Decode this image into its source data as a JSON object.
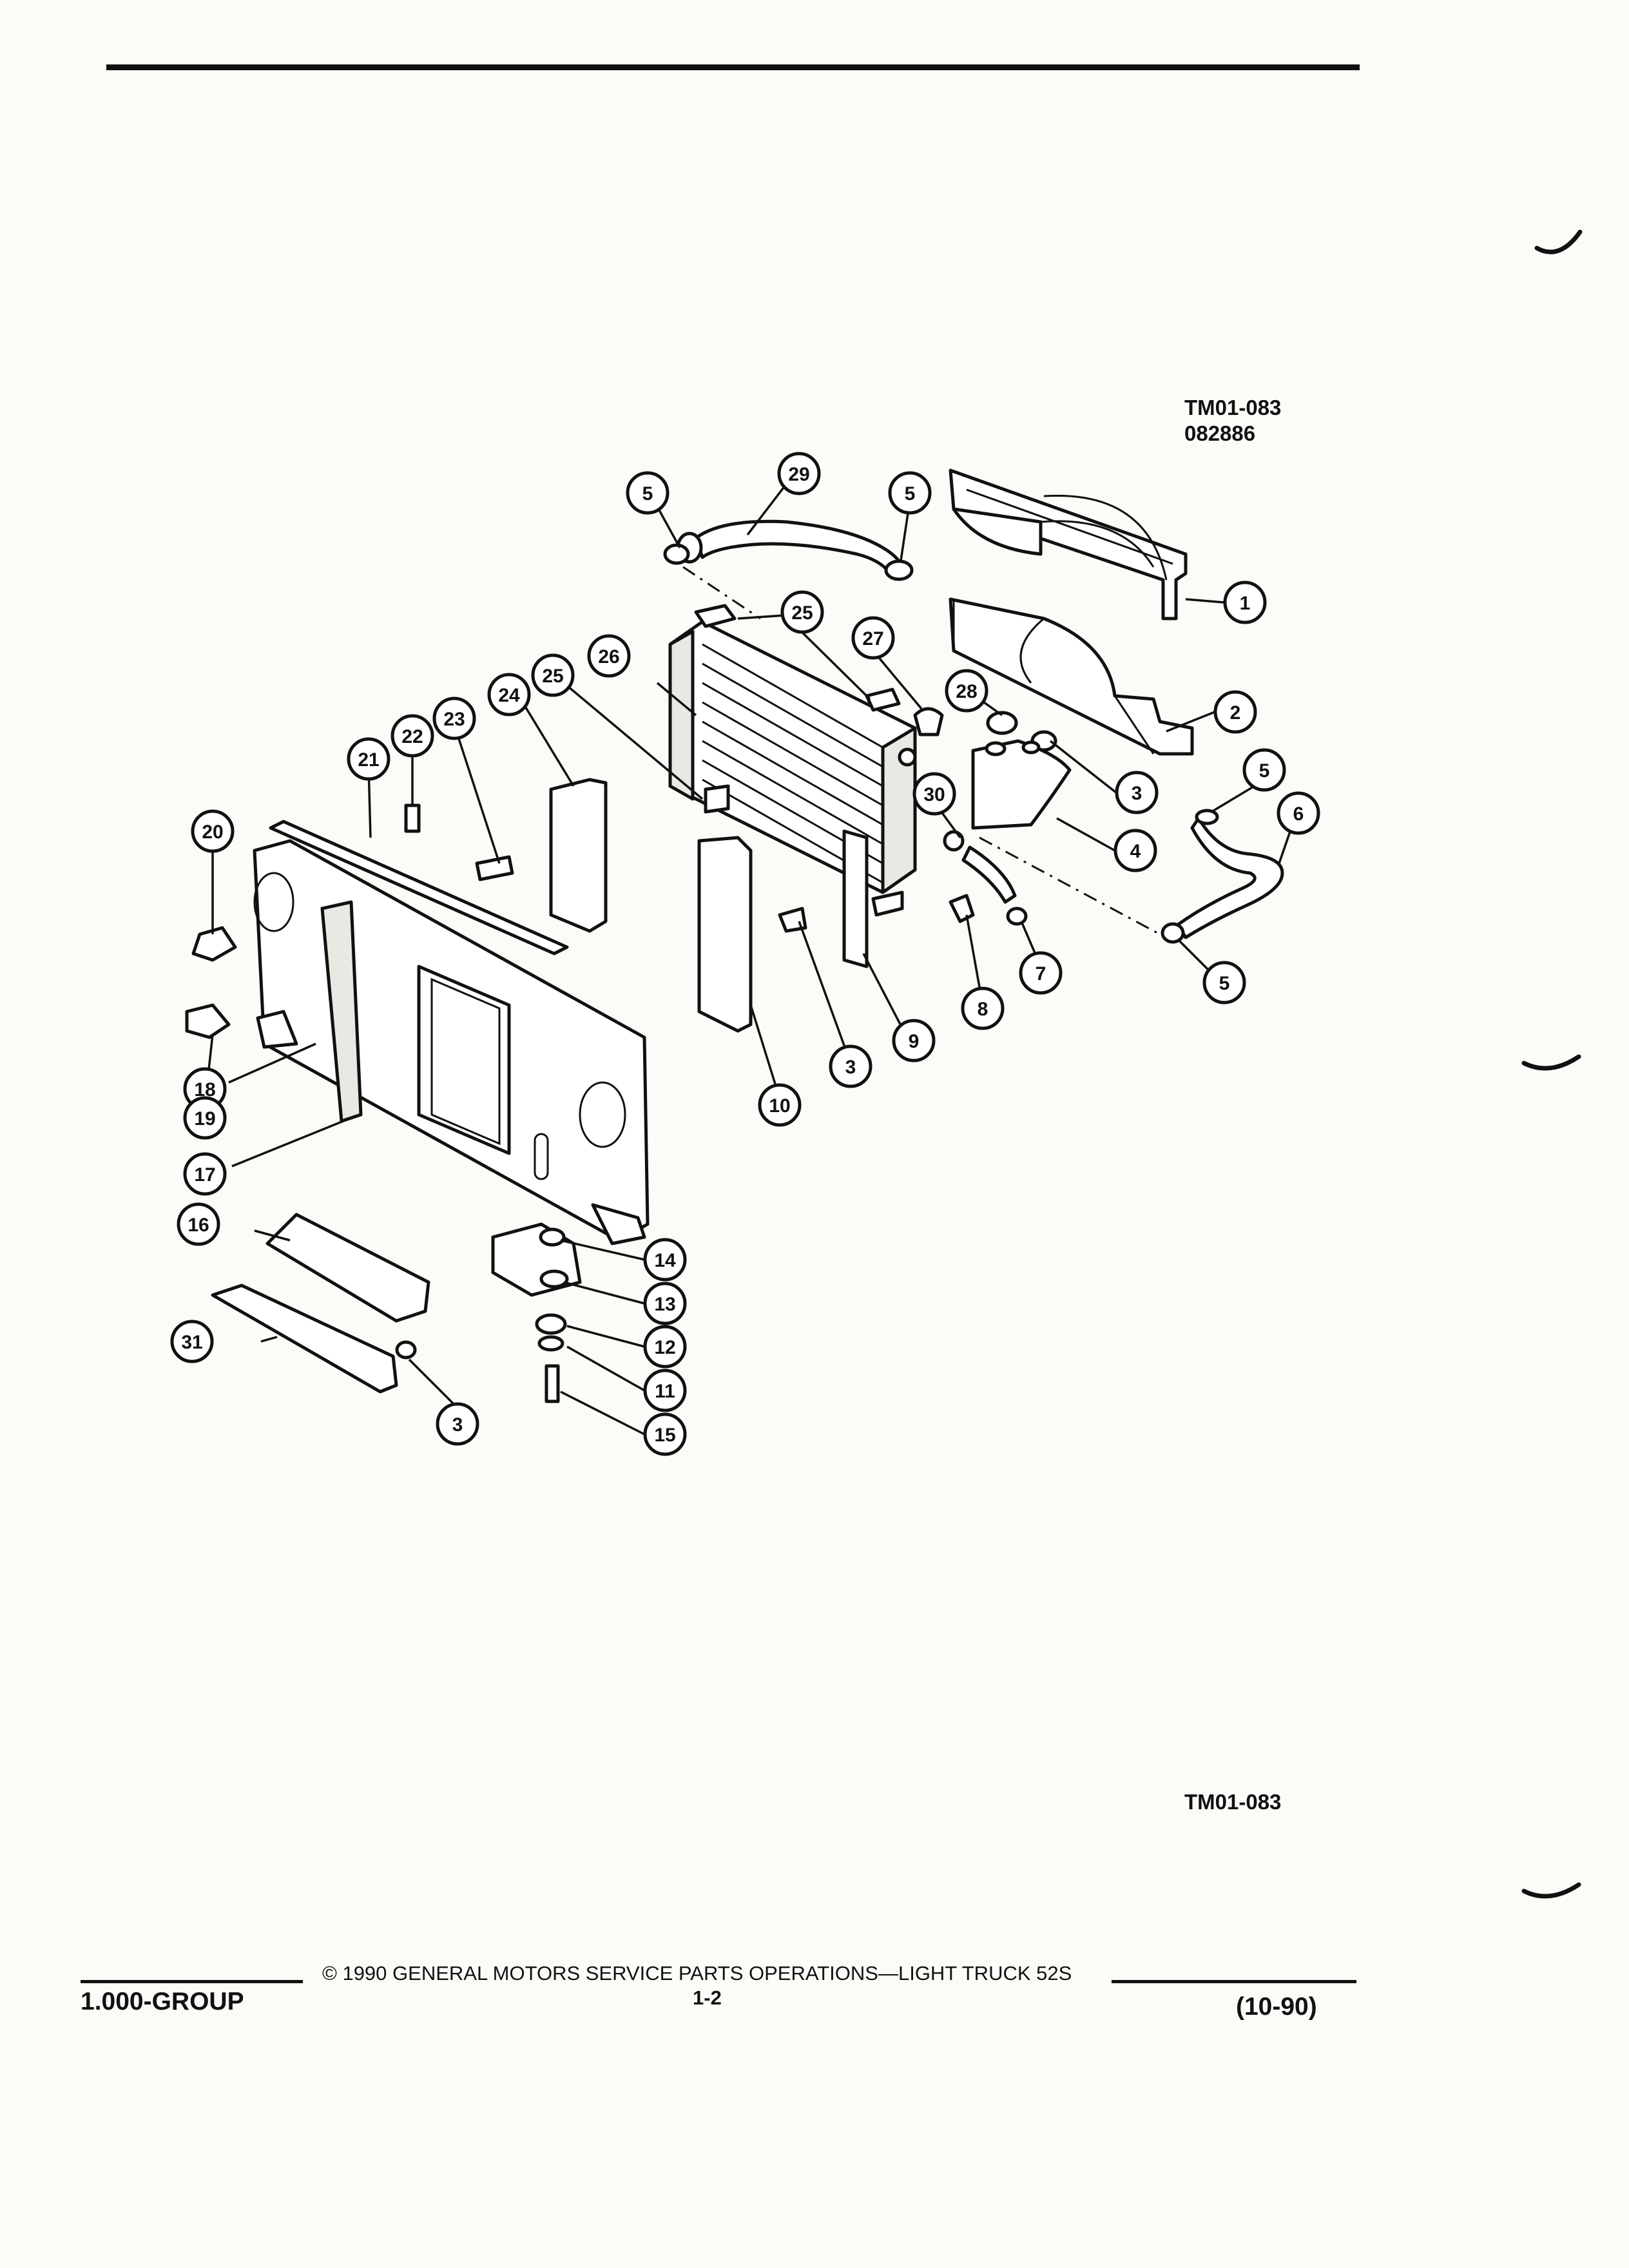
{
  "header": {
    "ref_code": "TM01-083",
    "ref_date": "082886"
  },
  "diagram": {
    "callouts": [
      {
        "id": "c1",
        "label": "1"
      },
      {
        "id": "c2",
        "label": "2"
      },
      {
        "id": "c3a",
        "label": "3"
      },
      {
        "id": "c3b",
        "label": "3"
      },
      {
        "id": "c3c",
        "label": "3"
      },
      {
        "id": "c4",
        "label": "4"
      },
      {
        "id": "c5a",
        "label": "5"
      },
      {
        "id": "c5b",
        "label": "5"
      },
      {
        "id": "c5c",
        "label": "5"
      },
      {
        "id": "c5d",
        "label": "5"
      },
      {
        "id": "c6",
        "label": "6"
      },
      {
        "id": "c7",
        "label": "7"
      },
      {
        "id": "c8",
        "label": "8"
      },
      {
        "id": "c9",
        "label": "9"
      },
      {
        "id": "c10",
        "label": "10"
      },
      {
        "id": "c11",
        "label": "11"
      },
      {
        "id": "c12",
        "label": "12"
      },
      {
        "id": "c13",
        "label": "13"
      },
      {
        "id": "c14",
        "label": "14"
      },
      {
        "id": "c15",
        "label": "15"
      },
      {
        "id": "c16",
        "label": "16"
      },
      {
        "id": "c17",
        "label": "17"
      },
      {
        "id": "c18",
        "label": "18"
      },
      {
        "id": "c19",
        "label": "19"
      },
      {
        "id": "c20",
        "label": "20"
      },
      {
        "id": "c21",
        "label": "21"
      },
      {
        "id": "c22",
        "label": "22"
      },
      {
        "id": "c23",
        "label": "23"
      },
      {
        "id": "c24",
        "label": "24"
      },
      {
        "id": "c25a",
        "label": "25"
      },
      {
        "id": "c25b",
        "label": "25"
      },
      {
        "id": "c26",
        "label": "26"
      },
      {
        "id": "c27",
        "label": "27"
      },
      {
        "id": "c28",
        "label": "28"
      },
      {
        "id": "c29",
        "label": "29"
      },
      {
        "id": "c30",
        "label": "30"
      },
      {
        "id": "c31",
        "label": "31"
      }
    ]
  },
  "figure_code": "TM01-083",
  "footer": {
    "group": "1.000-GROUP",
    "copyright": "© 1990 GENERAL MOTORS SERVICE PARTS OPERATIONS—LIGHT TRUCK 52S",
    "page": "1-2",
    "date": "(10-90)"
  }
}
